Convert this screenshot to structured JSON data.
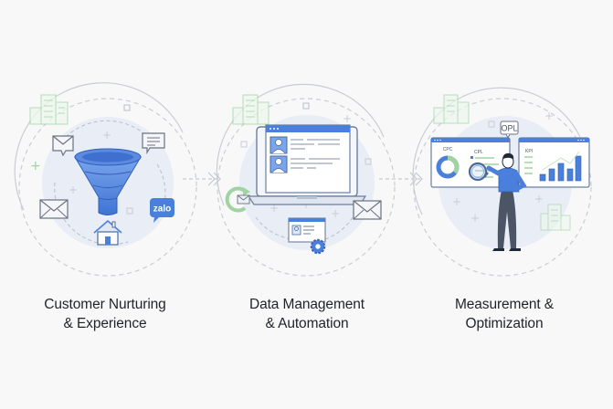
{
  "diagram": {
    "type": "three-step process flow",
    "colors": {
      "background": "#f8f8f9",
      "primary_blue": "#4a7fdc",
      "light_blue": "#8fb3ef",
      "circle_fill": "#e8edf6",
      "outline_gray": "#6b7280",
      "dashed_gray": "#b9bec6",
      "accent_green": "#9fd3a0",
      "text": "#1f2328"
    },
    "connectors": [
      {
        "from": "step-1",
        "to": "step-2",
        "style": "dashed-arrow",
        "glyph": "double-chevron"
      },
      {
        "from": "step-2",
        "to": "step-3",
        "style": "dashed-arrow",
        "glyph": "double-chevron"
      }
    ],
    "steps": [
      {
        "id": "step-1",
        "title_line1": "Customer Nurturing",
        "title_line2": "& Experience",
        "icons": [
          "building-icon",
          "email-icon",
          "chat-bubble-icon",
          "funnel-icon",
          "envelope-icon",
          "zalo-icon",
          "home-icon"
        ],
        "zalo_label": "zalo"
      },
      {
        "id": "step-2",
        "title_line1": "Data Management",
        "title_line2": "& Automation",
        "icons": [
          "building-icon",
          "laptop-icon",
          "user-profile-card-icon",
          "refresh-mail-icon",
          "envelope-icon",
          "profile-settings-icon",
          "gear-icon"
        ]
      },
      {
        "id": "step-3",
        "title_line1": "Measurement &",
        "title_line2": "Optimization",
        "icons": [
          "building-icon",
          "dashboard-icon",
          "donut-chart-icon",
          "magnifier-icon",
          "bar-chart-icon",
          "person-icon"
        ],
        "badge_label": "OPL",
        "panel_left": {
          "label_1": "CPC",
          "label_2": "CPL"
        },
        "panel_right": {
          "label": "KPI"
        }
      }
    ]
  }
}
